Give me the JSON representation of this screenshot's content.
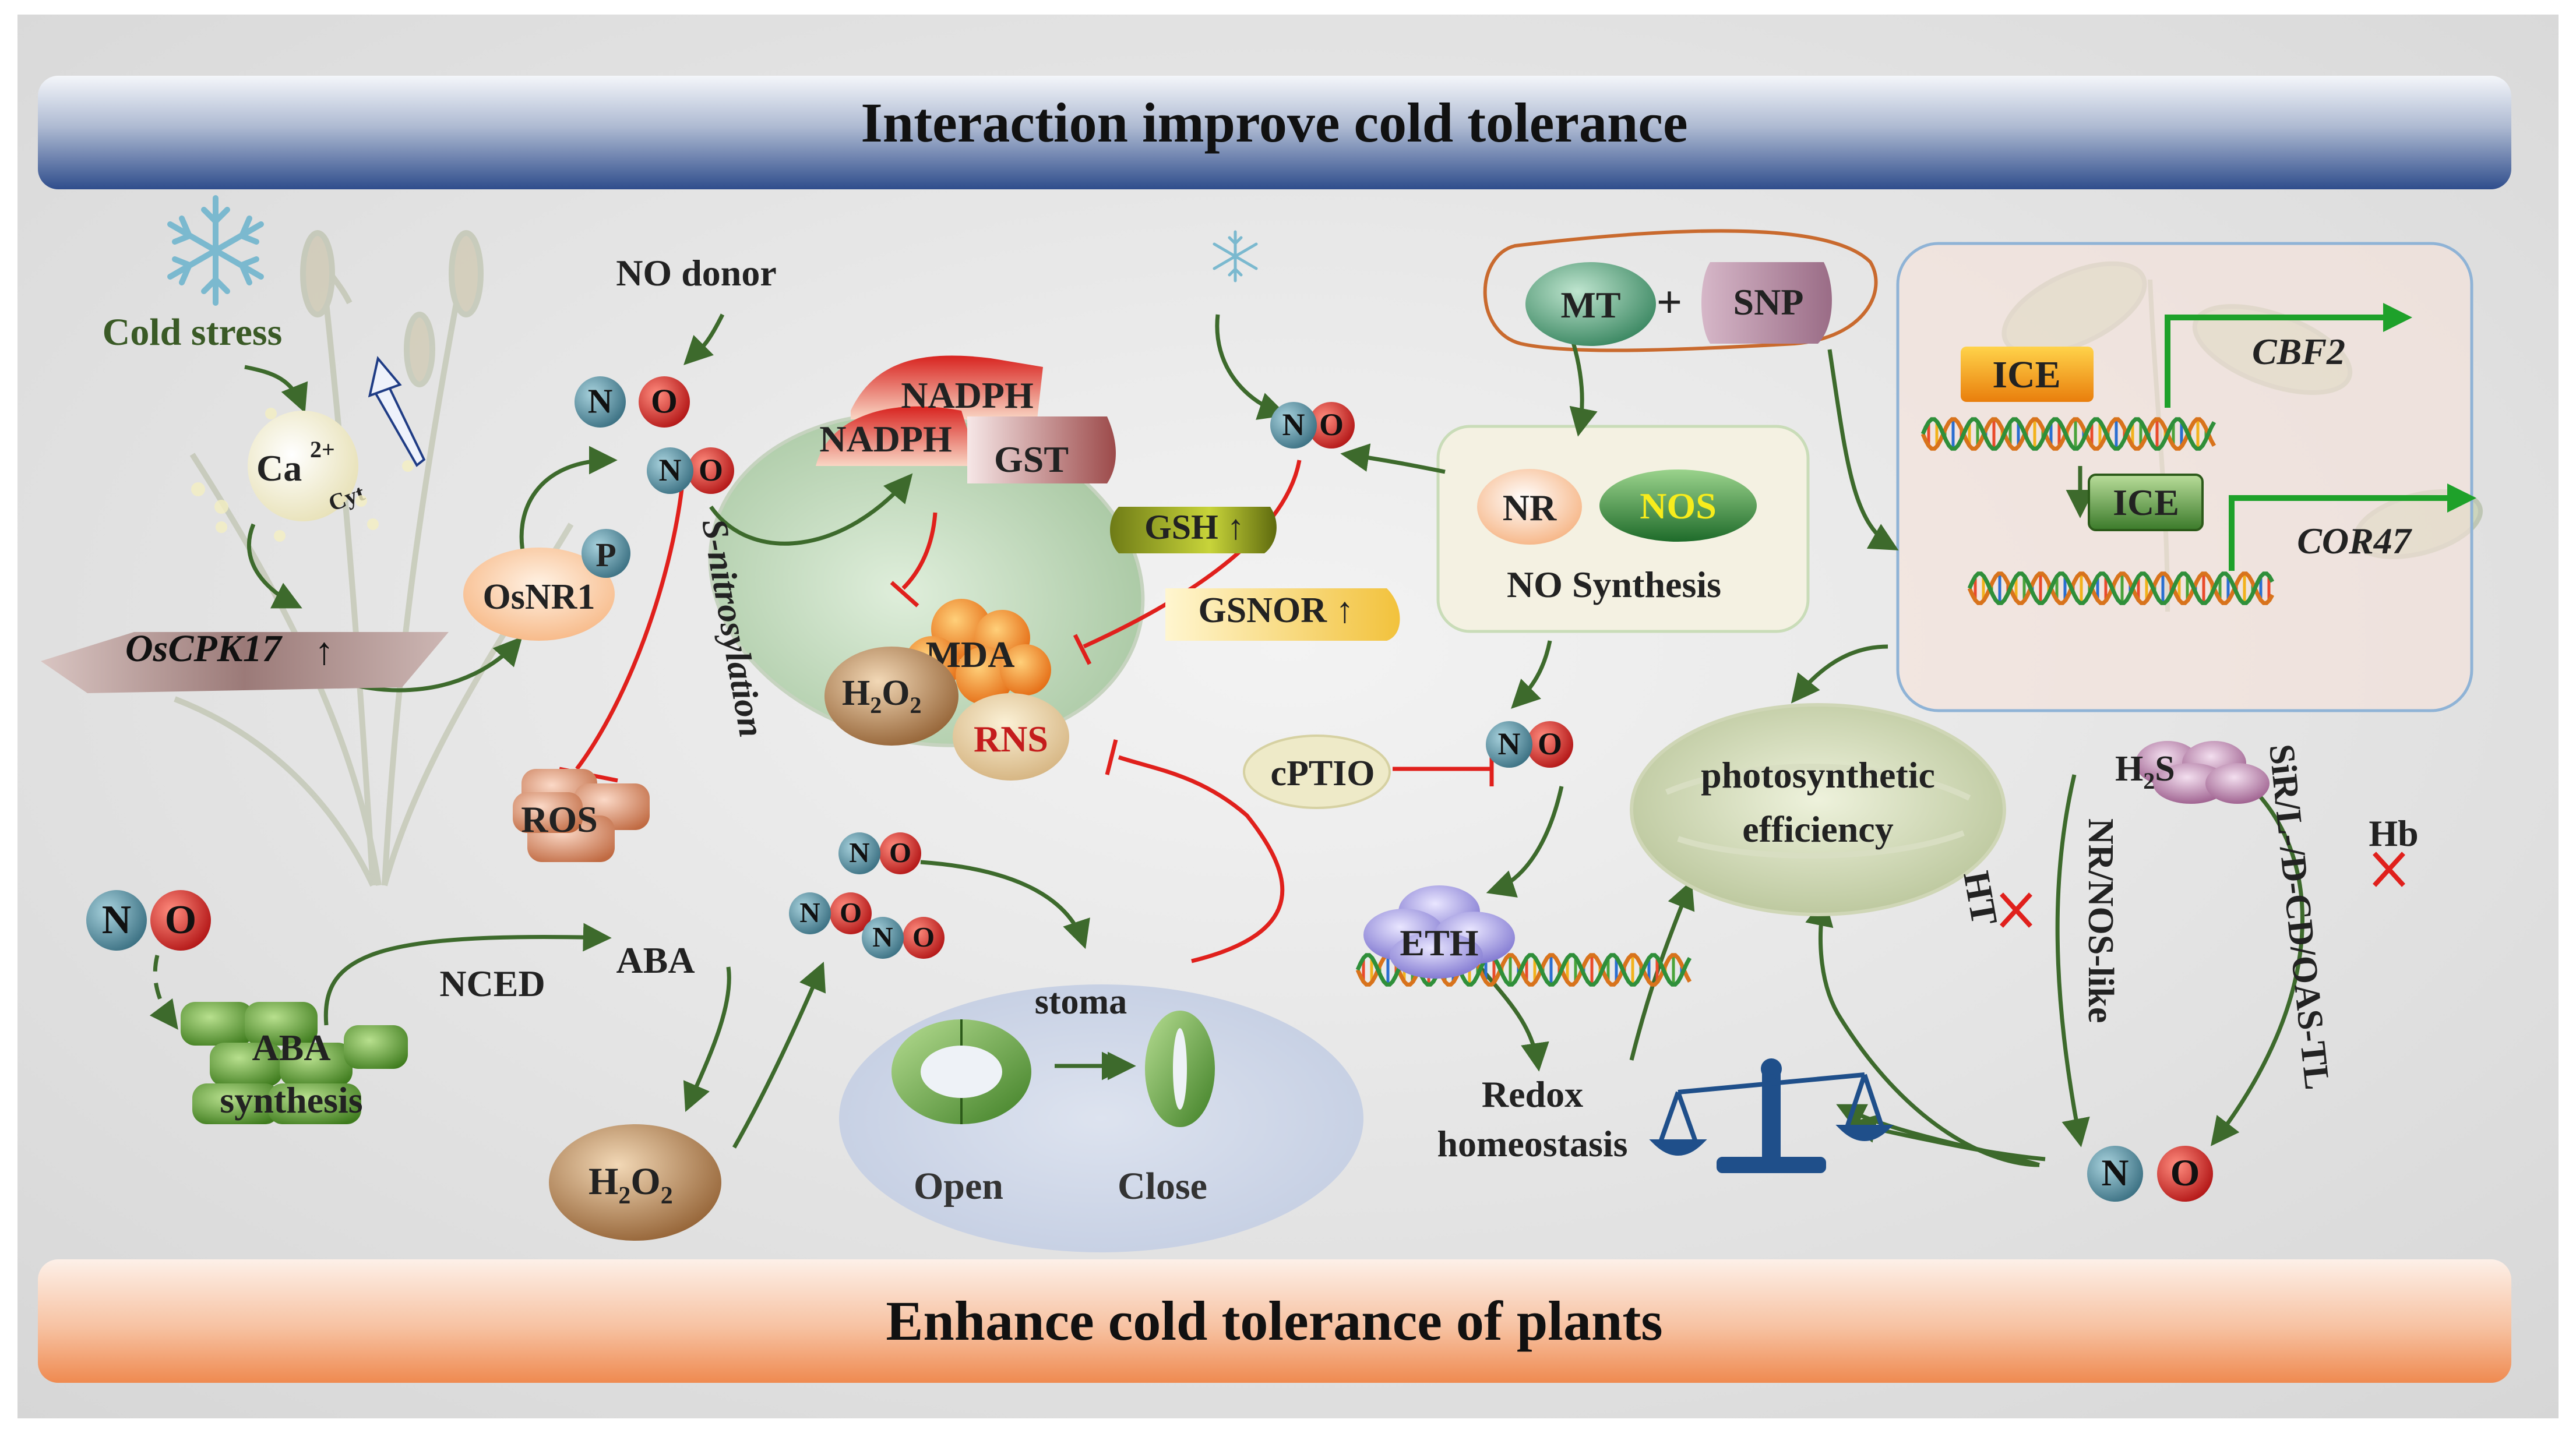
{
  "header": {
    "title": "Interaction improve cold tolerance"
  },
  "footer": {
    "title": "Enhance cold tolerance of plants"
  },
  "colors": {
    "arrow": "#3d6a2c",
    "inhibit": "#e0201c",
    "gene_arrow": "#1ea12a",
    "header_top": "#ffffff",
    "header_bottom": "#2f4d8c",
    "footer_bottom": "#f08f5a",
    "no_n": "#4f8a9c",
    "no_o": "#d02a2a",
    "cell_fill": "#c4dcc0",
    "ice_box": "#f1a11a"
  },
  "icons": {
    "snowflake": "snowflake-icon",
    "balance": "balance-scale-icon",
    "dna": "dna-helix-icon",
    "plant": "plant-illustration"
  },
  "left": {
    "cold_stress": "Cold stress",
    "ca": "Ca",
    "ca_sup": "2+",
    "ca_sub": "Cyt",
    "oscpk17": "OsCPK17",
    "up": "↑",
    "osnr1": "OsNR1",
    "p": "P",
    "no_donor": "NO donor",
    "s_nitrosylation": "S-nitrosylation",
    "ros": "ROS",
    "aba_synthesis_1": "ABA",
    "aba_synthesis_2": "synthesis",
    "nced": "NCED",
    "aba": "ABA",
    "h2o2": "H",
    "h2o2_sub": "2",
    "h2o2_o": "O",
    "h2o2_sub2": "2"
  },
  "no": {
    "n": "N",
    "o": "O"
  },
  "cell": {
    "nadph1": "NADPH",
    "nadph2": "NADPH",
    "gst": "GST",
    "gsh": "GSH ↑",
    "gsnor": "GSNOR ↑",
    "mda": "MDA",
    "rns": "RNS"
  },
  "stoma": {
    "label": "stoma",
    "open": "Open",
    "close": "Close"
  },
  "mid": {
    "mt": "MT",
    "plus": "+",
    "snp": "SNP",
    "nr": "NR",
    "nos": "NOS",
    "no_synthesis": "NO Synthesis",
    "cptio": "cPTIO",
    "eth": "ETH",
    "redox_1": "Redox",
    "redox_2": "homeostasis"
  },
  "right": {
    "ice1": "ICE",
    "ice2": "ICE",
    "cbf2": "CBF2",
    "cor47": "COR47",
    "photo_1": "photosynthetic",
    "photo_2": "efficiency",
    "h2s": "H",
    "h2s_sub": "2",
    "h2s_s": "S",
    "ht": "HT",
    "hb": "Hb",
    "nr_nos_like": "NR/NOS-like",
    "sir": "SiR/L-/D-CD/OAS-TL"
  }
}
